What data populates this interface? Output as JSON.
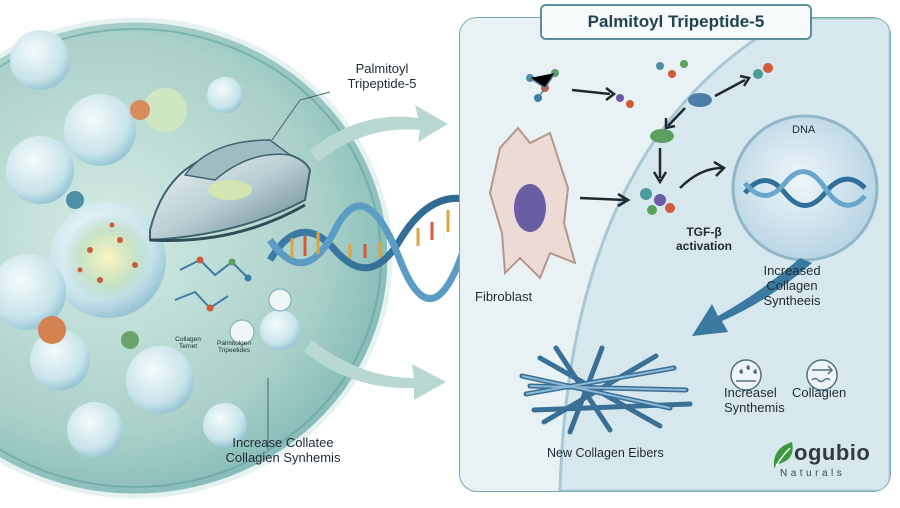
{
  "title": "Palmitoyl Tripeptide-5",
  "left_labels": {
    "peptide_line1": "Palmitoyl",
    "peptide_line2": "Tripeptide-5",
    "small_collagen_line1": "Collagen",
    "small_collagen_line2": "Ternet",
    "small_palm_line1": "Palmitolgen",
    "small_palm_line2": "Tripeetides",
    "bottom_line1": "Increase Collatee",
    "bottom_line2": "Collagien Synhemis"
  },
  "right_labels": {
    "dna": "DNA",
    "tgf_line1": "TGF-β",
    "tgf_line2": "activation",
    "fibroblast": "Fibroblast",
    "increased_line1": "Increased",
    "increased_line2": "Collagen",
    "increased_line3": "Syntheeis",
    "increasel_line1": "Increasel",
    "increasel_line2": "Synthemis",
    "collagien": "Collagien",
    "new_fibers": "New Collagen Eibers"
  },
  "brand": {
    "name": "ogubio",
    "sub": "Naturals",
    "color": "#3a9a3a"
  },
  "colors": {
    "accent": "#3f7fa0",
    "arrow": "#2f6f8f",
    "cell": "#b6d9d6",
    "fibroblast": "#e7d3cf",
    "nucleus": "#6b5ca6"
  },
  "icons": [
    "water-drops-icon",
    "waves-arrows-icon"
  ]
}
